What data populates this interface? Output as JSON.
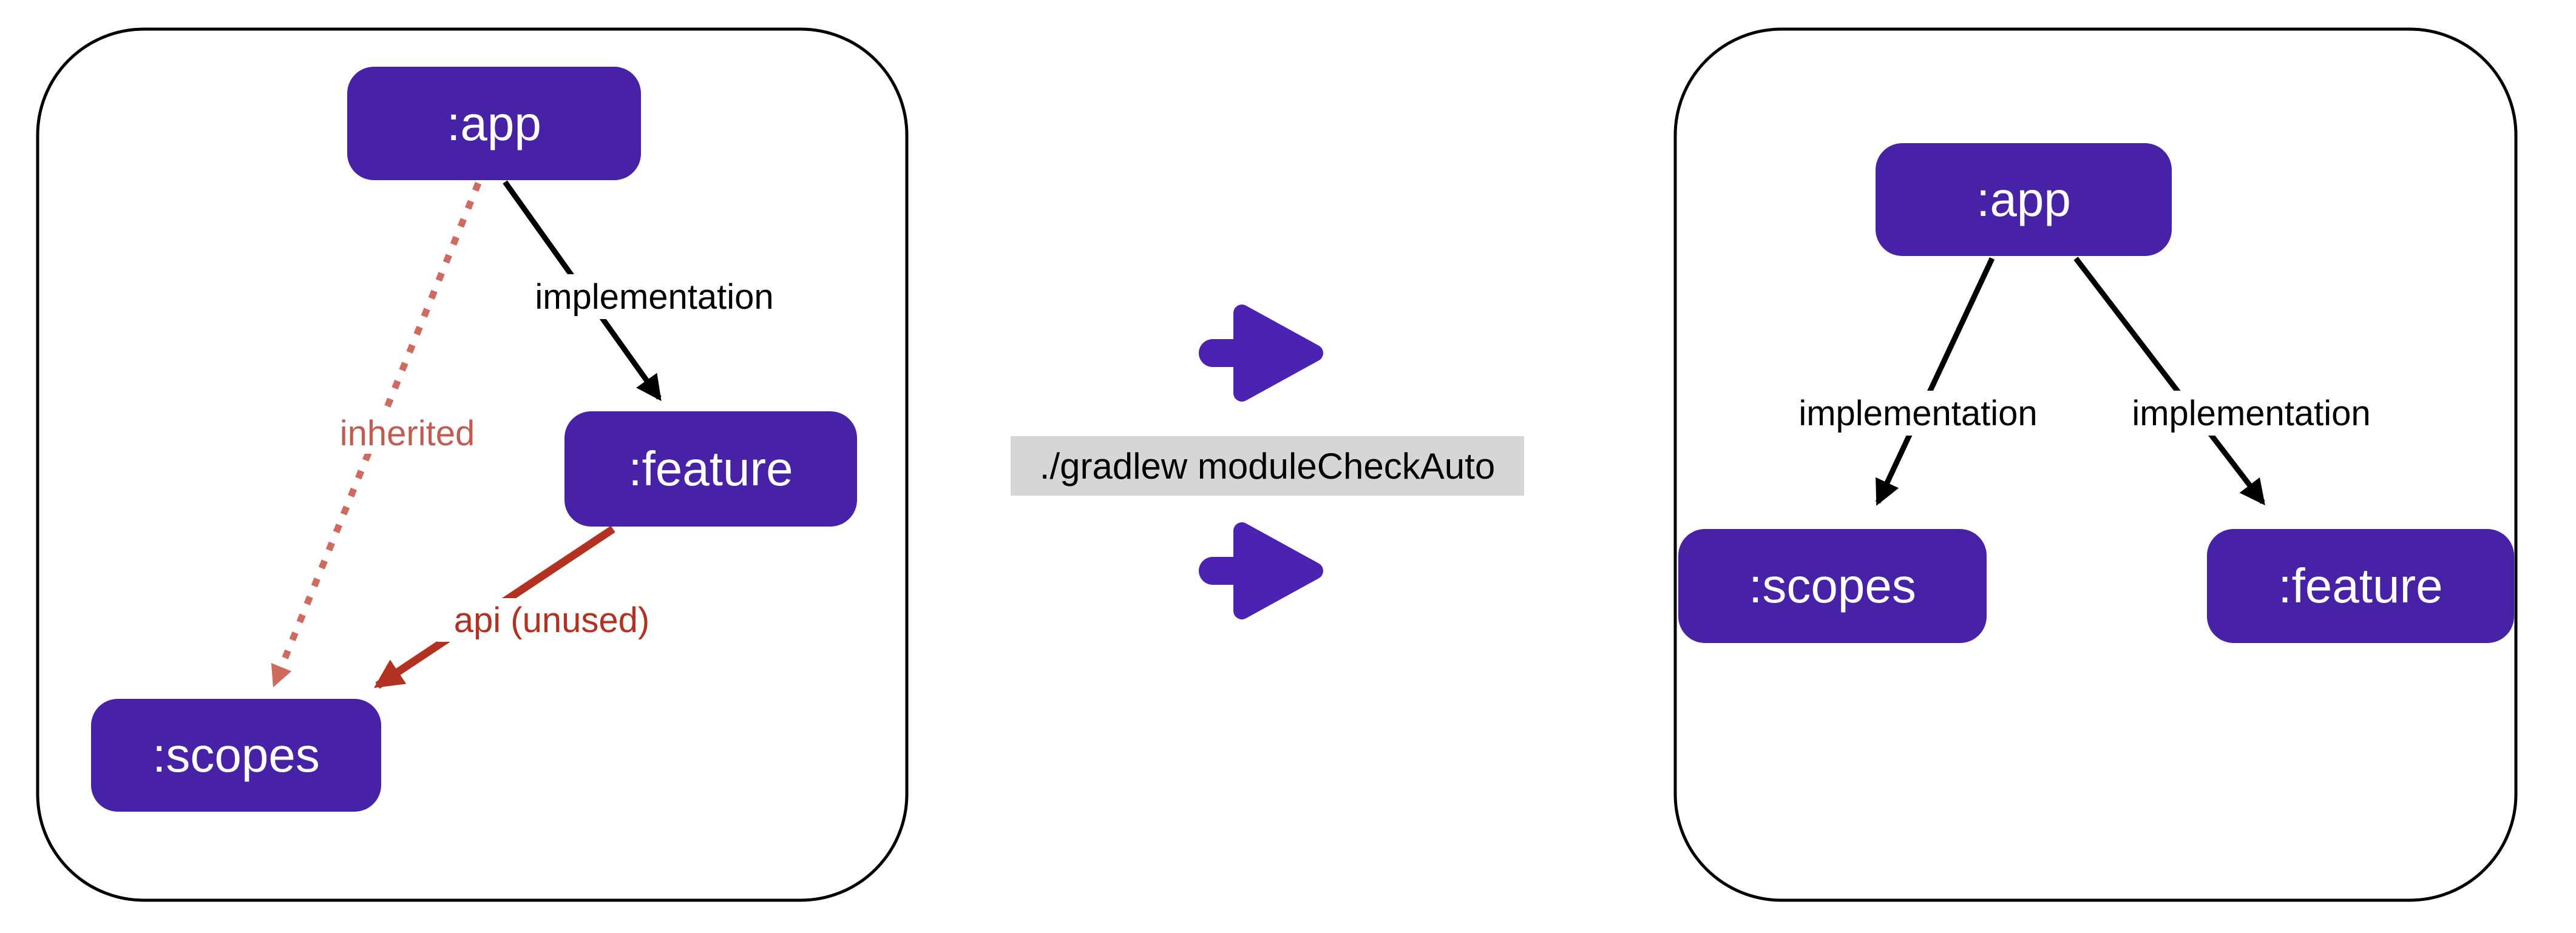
{
  "left_graph": {
    "app_label": ":app",
    "feature_label": ":feature",
    "scopes_label": ":scopes",
    "edge_app_feature_label": "implementation",
    "edge_app_scopes_label": "inherited",
    "edge_feature_scopes_label": "api (unused)"
  },
  "command": {
    "text": "./gradlew moduleCheckAuto"
  },
  "right_graph": {
    "app_label": ":app",
    "scopes_label": ":scopes",
    "feature_label": ":feature",
    "edge_app_scopes_label": "implementation",
    "edge_app_feature_label": "implementation"
  },
  "icons": {
    "transform_arrow_top": "arrow-right-icon",
    "transform_arrow_bottom": "arrow-right-icon"
  },
  "colors": {
    "node-fill": "#4722a6",
    "arrow-purple": "#4b22b2",
    "edge-black": "#000000",
    "salmon": "#ce6a5e",
    "salmon-text": "#c25b50",
    "red": "#b23120",
    "code-bg": "#d6d6d6"
  }
}
